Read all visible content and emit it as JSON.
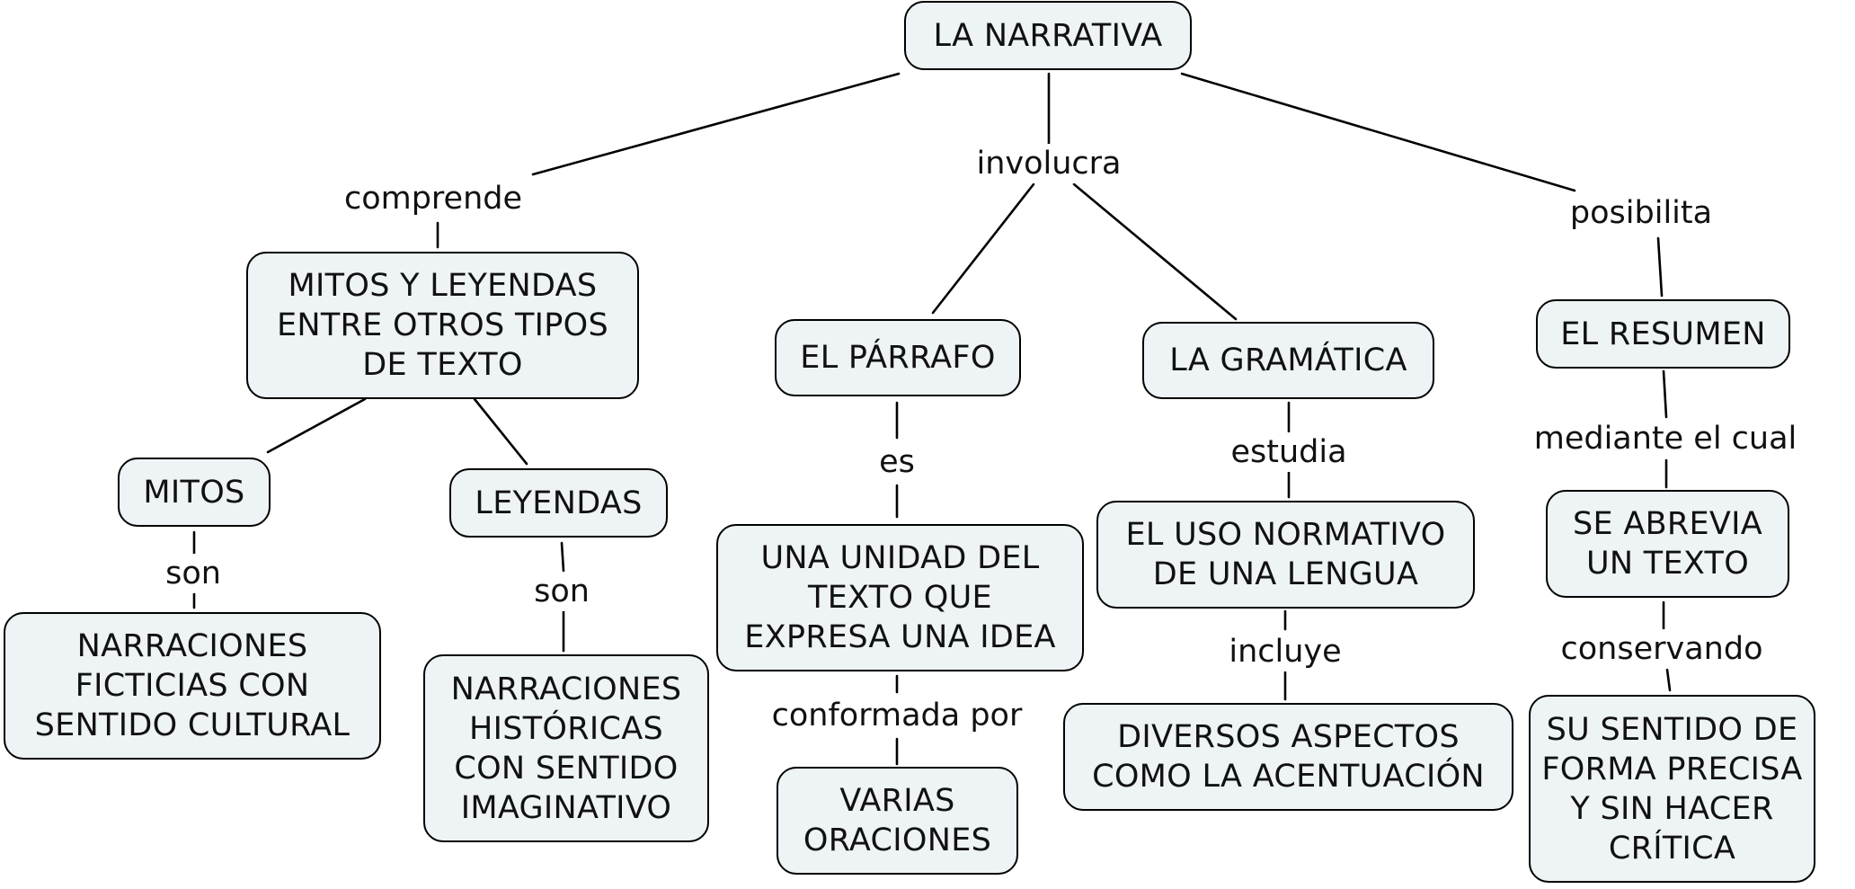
{
  "concepts": {
    "root": "LA NARRATIVA",
    "mitos_leyendas": "MITOS Y LEYENDAS\nENTRE OTROS TIPOS\nDE TEXTO",
    "parrafo": "EL PÁRRAFO",
    "gramatica": "LA GRAMÁTICA",
    "resumen": "EL RESUMEN",
    "mitos": "MITOS",
    "leyendas": "LEYENDAS",
    "narr_ficticias": "NARRACIONES\nFICTICIAS CON\nSENTIDO CULTURAL",
    "narr_historicas": "NARRACIONES\nHISTÓRICAS\nCON SENTIDO\nIMAGINATIVO",
    "unidad_texto": "UNA UNIDAD DEL\nTEXTO QUE\nEXPRESA UNA IDEA",
    "varias_oraciones": "VARIAS\nORACIONES",
    "uso_normativo": "EL USO NORMATIVO\nDE UNA LENGUA",
    "diversos_aspectos": "DIVERSOS ASPECTOS\nCOMO LA ACENTUACIÓN",
    "abrevia": "SE ABREVIA\nUN TEXTO",
    "sentido": "SU SENTIDO DE\nFORMA PRECISA\nY SIN HACER\nCRÍTICA"
  },
  "linking_phrases": {
    "comprende": "comprende",
    "involucra": "involucra",
    "posibilita": "posibilita",
    "son_mitos": "son",
    "son_leyendas": "son",
    "es": "es",
    "conformada_por": "conformada por",
    "estudia": "estudia",
    "incluye": "incluye",
    "mediante": "mediante el cual",
    "conservando": "conservando"
  }
}
